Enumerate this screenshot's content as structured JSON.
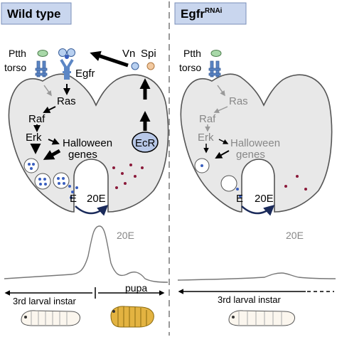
{
  "panels": {
    "left": {
      "title": "Wild type",
      "labels": {
        "ptth": "Ptth",
        "torso": "torso",
        "egfr": "Egfr",
        "vn": "Vn",
        "spi": "Spi",
        "ras": "Ras",
        "raf": "Raf",
        "erk": "Erk",
        "halloween1": "Halloween",
        "halloween2": "genes",
        "ecr": "EcR",
        "e": "E",
        "twenty_e": "20E",
        "curve_label": "20E"
      },
      "stages": {
        "larval": "3rd larval instar",
        "larval_sup": "rd",
        "pupa": "pupa"
      }
    },
    "right": {
      "title": "Egfr",
      "title_sup": "RNAi",
      "labels": {
        "ptth": "Ptth",
        "torso": "torso",
        "ras": "Ras",
        "raf": "Raf",
        "erk": "Erk",
        "halloween1": "Halloween",
        "halloween2": "genes",
        "e": "E",
        "twenty_e": "20E",
        "curve_label": "20E"
      },
      "stages": {
        "larval": "3rd larval instar",
        "larval_sup": "rd"
      }
    }
  },
  "colors": {
    "title_bg": "#c9d6ee",
    "gland_fill": "#e8e8e8",
    "gland_stroke": "#555555",
    "receptor": "#5b86c5",
    "ptth_dot": "#a8d8a8",
    "spi_dot": "#f2c9a0",
    "blue_dot": "#3a5fbf",
    "red_dot": "#8b1a3a",
    "gray_text": "#888888",
    "pupa": "#e3b341",
    "ecr_fill": "#b8c8e8"
  }
}
